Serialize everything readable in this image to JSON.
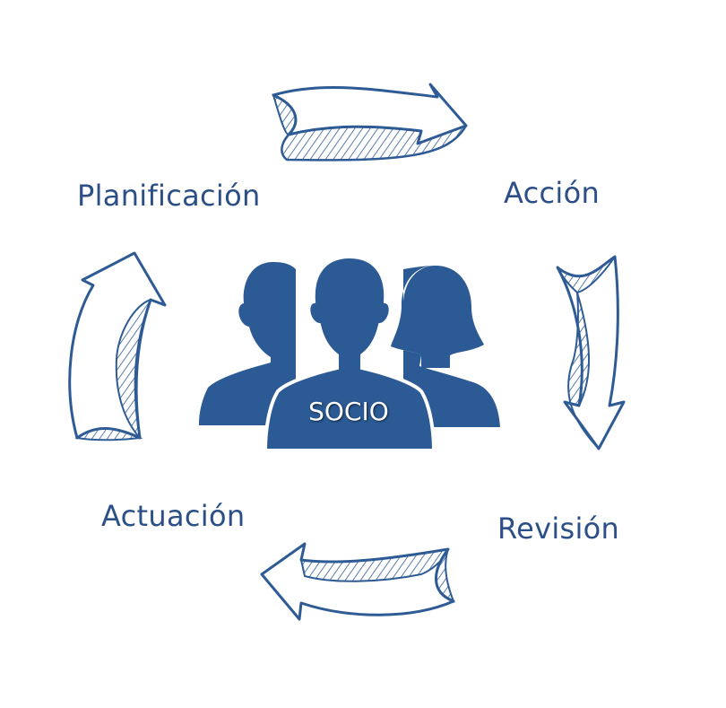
{
  "diagram": {
    "center_label": "SOCIO",
    "stages": {
      "planificacion": "Planificación",
      "accion": "Acción",
      "revision": "Revisión",
      "actuacion": "Actuación"
    }
  },
  "colors": {
    "primary": "#2b5a94",
    "label": "#2b4f86",
    "arrow_outline": "#2f5b95",
    "background": "#ffffff"
  },
  "icons": {
    "center": "people-group-icon",
    "arrows": [
      "arrow-right-icon",
      "arrow-down-icon",
      "arrow-left-icon",
      "arrow-up-icon"
    ]
  }
}
